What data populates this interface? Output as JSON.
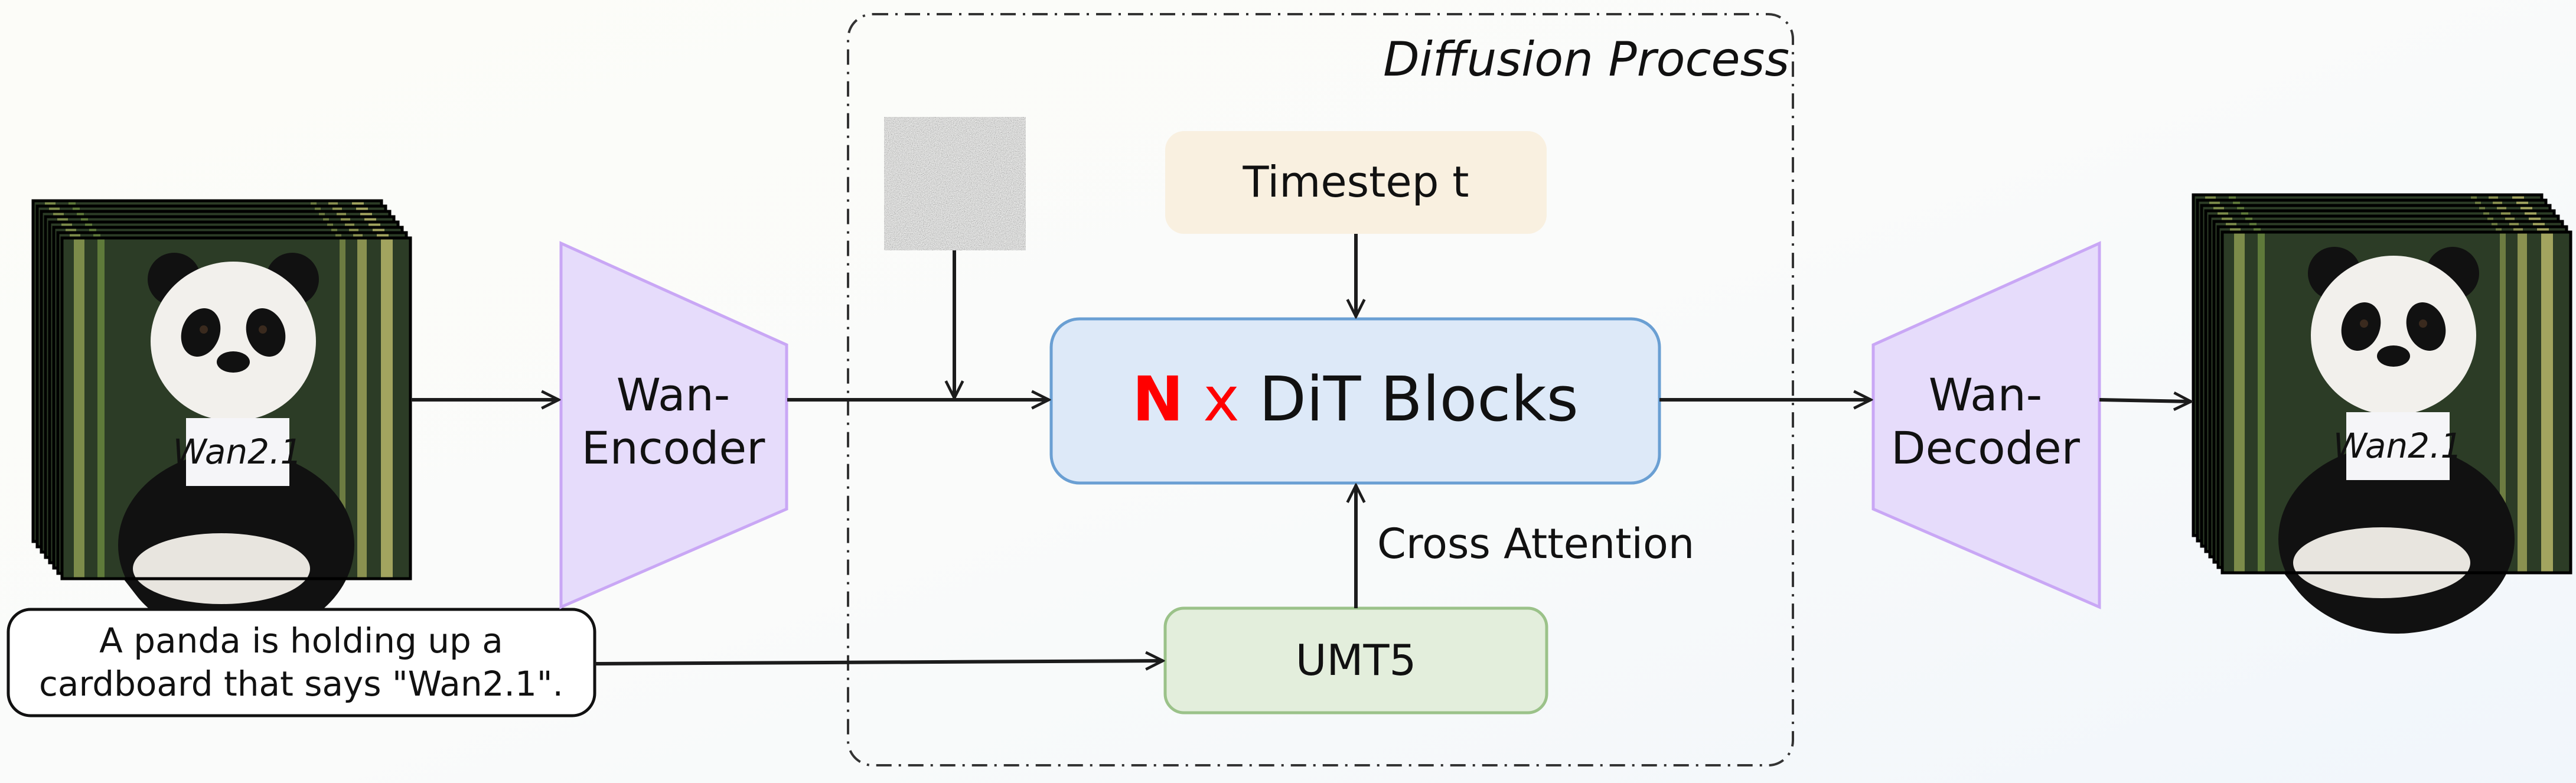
{
  "diagram": {
    "region_label": "Diffusion Process",
    "input_video": {
      "sign_text": "Wan2.1"
    },
    "output_video": {
      "sign_text": "Wan2.1"
    },
    "prompt": {
      "line1": "A panda is holding up a",
      "line2": "cardboard that says \"Wan2.1\"."
    },
    "encoder": {
      "line1": "Wan-",
      "line2": "Encoder"
    },
    "decoder": {
      "line1": "Wan-",
      "line2": "Decoder"
    },
    "timestep": "Timestep t",
    "dit": {
      "count": "N",
      "times": "x",
      "label": "DiT Blocks"
    },
    "text_encoder": "UMT5",
    "edge_label": "Cross Attention",
    "colors": {
      "coder_fill": "#e6dcfb",
      "coder_stroke": "#c9a7f5",
      "timestep_fill": "#f9f0e0",
      "dit_fill": "#dde9f8",
      "dit_stroke": "#6a9fd3",
      "umt5_fill": "#e3eedc",
      "umt5_stroke": "#9bc289",
      "accent": "#ff0000"
    }
  }
}
